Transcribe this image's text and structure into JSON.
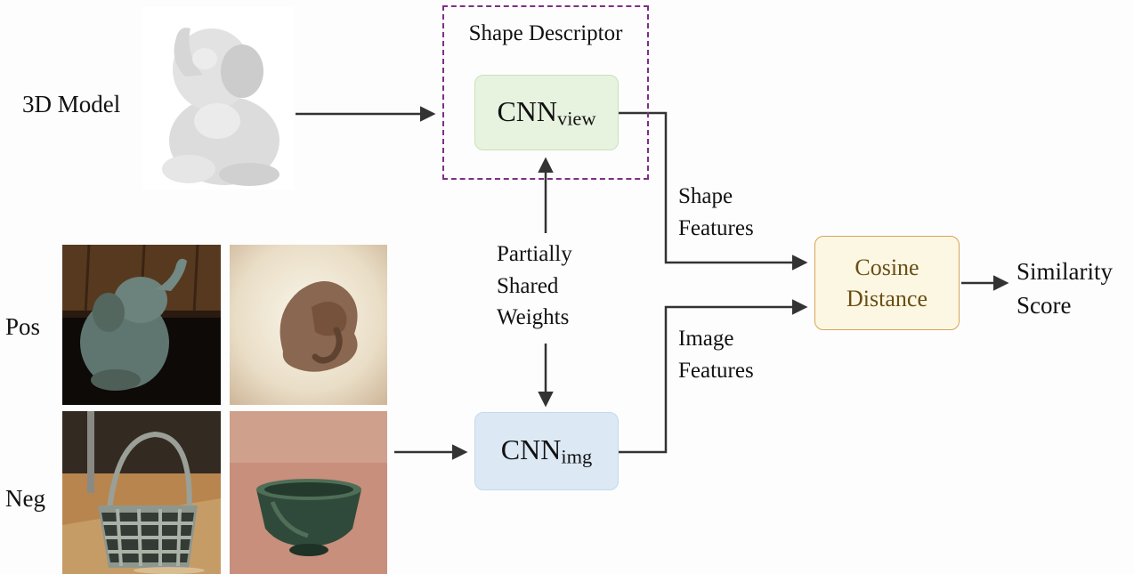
{
  "diagram": {
    "nodes": {
      "model_3d_label": "3D Model",
      "pos_label": "Pos",
      "neg_label": "Neg",
      "shape_descriptor_label": "Shape Descriptor",
      "cnn_view": {
        "base": "CNN",
        "sub": "view"
      },
      "cnn_img": {
        "base": "CNN",
        "sub": "img"
      },
      "partially_shared_weights": "Partially\nShared\nWeights",
      "shape_features": "Shape\nFeatures",
      "image_features": "Image\nFeatures",
      "cosine_distance": "Cosine\nDistance",
      "similarity_score": "Similarity\nScore"
    },
    "images": [
      {
        "name": "3d-model-render",
        "description": "gray 3D elephant model render"
      },
      {
        "name": "pos-photo-1",
        "description": "teal elephant figurine on dark wood background"
      },
      {
        "name": "pos-photo-2",
        "description": "brown curled elephant figurine on bright background"
      },
      {
        "name": "neg-photo-1",
        "description": "metal wire basket on wooden floor"
      },
      {
        "name": "neg-photo-2",
        "description": "dark green bowl on pink background"
      }
    ],
    "colors": {
      "cnn_view_fill": "#e7f3df",
      "cnn_view_border": "#c9e2b8",
      "cnn_img_fill": "#dce9f5",
      "cnn_img_border": "#c2d9ec",
      "cosine_fill": "#fcf7e2",
      "cosine_border": "#d9a35c",
      "cosine_text": "#6a4e16",
      "shape_descriptor_border": "#7d2f85",
      "arrow": "#333333"
    }
  }
}
